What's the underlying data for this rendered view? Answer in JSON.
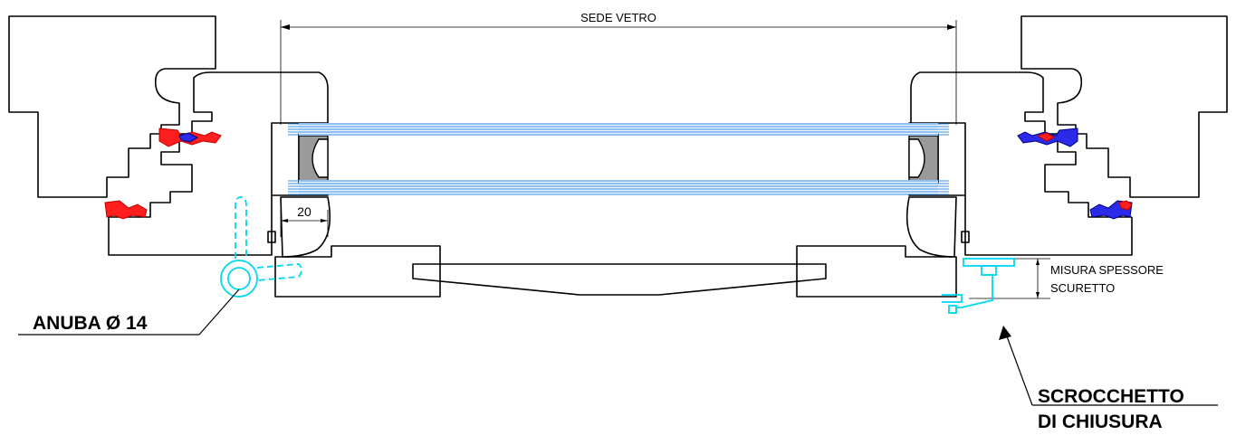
{
  "labels": {
    "glass_seat": "SEDE VETRO",
    "dimension_20": "20",
    "shutter_thickness_line1": "MISURA SPESSORE",
    "shutter_thickness_line2": "SCURETTO",
    "hinge": "ANUBA Ø 14",
    "latch_line1": "SCROCCHETTO",
    "latch_line2": "DI CHIUSURA"
  },
  "colors": {
    "gasket_red": "#ff1e1e",
    "gasket_blue": "#2a2ae8",
    "hardware_cyan": "#00d8f0",
    "glass_blue": "#3a8fe0",
    "spacer_gray": "#9a9a9a"
  }
}
